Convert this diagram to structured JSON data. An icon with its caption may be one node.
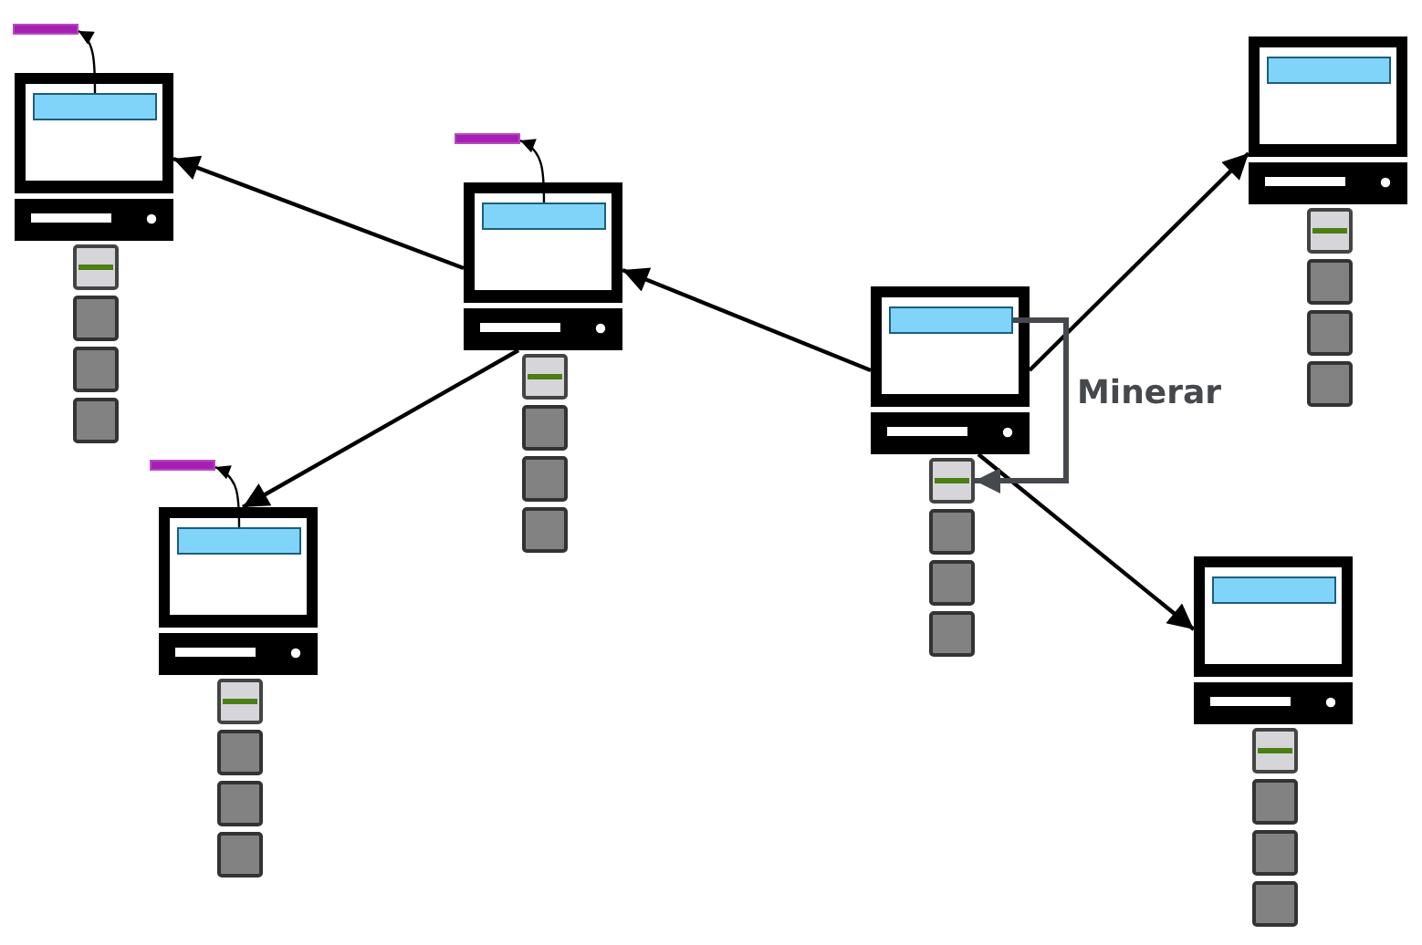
{
  "diagram": {
    "nodes": [
      {
        "text": [],
        "shape": "bar"
      },
      {
        "text": [],
        "shape": "picture"
      },
      {
        "text": [],
        "shape": "bar",
        "in": 1
      },
      {
        "text": [],
        "shape": "box"
      },
      {
        "text": [],
        "shape": "box"
      },
      {
        "text": [],
        "shape": "box"
      },
      {
        "text": [],
        "shape": "box"
      },
      {
        "text": [],
        "shape": "picture"
      },
      {
        "text": [],
        "shape": "bar",
        "in": 7
      },
      {
        "text": [],
        "shape": "box"
      },
      {
        "text": [],
        "shape": "box"
      },
      {
        "text": [],
        "shape": "box"
      },
      {
        "text": [],
        "shape": "box"
      },
      {
        "text": [],
        "shape": "bar"
      },
      {
        "text": [],
        "shape": "picture"
      },
      {
        "text": [],
        "shape": "bar",
        "in": 14
      },
      {
        "text": [],
        "shape": "box"
      },
      {
        "text": [],
        "shape": "box"
      },
      {
        "text": [],
        "shape": "box"
      },
      {
        "text": [],
        "shape": "box"
      },
      {
        "text": [],
        "shape": "picture"
      },
      {
        "text": [],
        "shape": "bar",
        "in": 20
      },
      {
        "text": [],
        "shape": "box"
      },
      {
        "text": [],
        "shape": "box"
      },
      {
        "text": [],
        "shape": "box"
      },
      {
        "text": [],
        "shape": "box"
      },
      {
        "text": [],
        "shape": "bar"
      },
      {
        "text": [],
        "shape": "picture"
      },
      {
        "text": [],
        "shape": "bar",
        "in": 27
      },
      {
        "text": [],
        "shape": "box"
      },
      {
        "text": [],
        "shape": "box"
      },
      {
        "text": [],
        "shape": "box"
      },
      {
        "text": [],
        "shape": "box"
      },
      {
        "text": [],
        "shape": "picture"
      },
      {
        "text": [],
        "shape": "bar",
        "in": 33
      },
      {
        "text": [],
        "shape": "box"
      },
      {
        "text": [],
        "shape": "box"
      },
      {
        "text": [],
        "shape": "box"
      },
      {
        "text": [],
        "shape": "box"
      }
    ],
    "edges": [
      {
        "from": 20,
        "to": 7,
        "arrow": "to"
      },
      {
        "from": 20,
        "to": 33,
        "arrow": "to"
      },
      {
        "from": 20,
        "to": 14,
        "arrow": "to"
      },
      {
        "from": 14,
        "to": 1,
        "arrow": "to"
      },
      {
        "from": 14,
        "to": 27,
        "arrow": "to"
      },
      {
        "from": 21,
        "to": 22,
        "arrow": "to",
        "label": "Minerar",
        "color": "#45484c"
      },
      {
        "from": 2,
        "to": 0,
        "arrow": "to"
      },
      {
        "from": 15,
        "to": 13,
        "arrow": "to"
      },
      {
        "from": 28,
        "to": 26,
        "arrow": "to"
      }
    ]
  }
}
